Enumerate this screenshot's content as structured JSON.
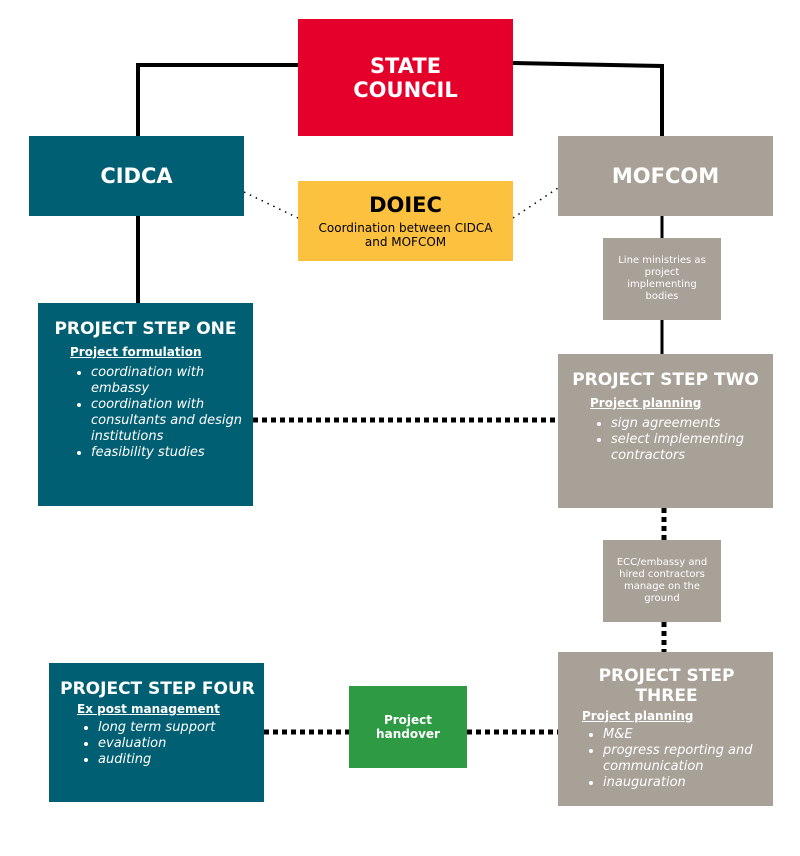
{
  "colors": {
    "red": "#e4002b",
    "teal": "#005f73",
    "taupe": "#a8a197",
    "gold": "#fcc13e",
    "green": "#2e9a44",
    "line": "#000000"
  },
  "state_council": {
    "label": "STATE\nCOUNCIL"
  },
  "cidca": {
    "label": "CIDCA"
  },
  "mofcom": {
    "label": "MOFCOM"
  },
  "doiec": {
    "label": "DOIEC",
    "description": "Coordination between CIDCA and MOFCOM"
  },
  "line_ministries": {
    "label": "Line ministries as project implementing bodies"
  },
  "ecc_embassy": {
    "label": "ECC/embassy and hired contractors manage on the ground"
  },
  "project_handover": {
    "label": "Project handover"
  },
  "step_one": {
    "title": "PROJECT STEP ONE",
    "subtitle": "Project formulation",
    "items": [
      "coordination with embassy",
      "coordination with consultants and design institutions",
      "feasibility studies"
    ]
  },
  "step_two": {
    "title": "PROJECT STEP TWO",
    "subtitle": "Project planning",
    "items": [
      "sign agreements",
      "select implementing contractors"
    ]
  },
  "step_three": {
    "title": "PROJECT STEP THREE",
    "subtitle": "Project planning",
    "items": [
      "M&E",
      "progress reporting and communication",
      "inauguration"
    ]
  },
  "step_four": {
    "title": "PROJECT STEP FOUR",
    "subtitle": "Ex post management",
    "items": [
      "long term support",
      "evaluation",
      "auditing"
    ]
  }
}
